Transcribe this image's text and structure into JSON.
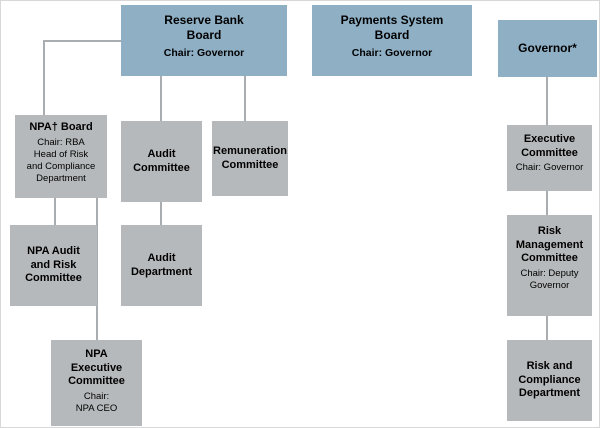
{
  "colors": {
    "board_fill": "#8FAFC5",
    "committee_fill": "#B6B9BB",
    "connector": "#A9ADB0",
    "text": "#000000",
    "background": "#FFFFFF"
  },
  "nodes": [
    {
      "id": "reserve-bank-board",
      "title": "Reserve Bank\nBoard",
      "subtitle": "Chair: Governor"
    },
    {
      "id": "payments-system-board",
      "title": "Payments System\nBoard",
      "subtitle": "Chair: Governor"
    },
    {
      "id": "governor",
      "title": "Governor*"
    },
    {
      "id": "npa-board",
      "title": "NPA† Board",
      "subtitle": "Chair: RBA\nHead of Risk\nand Compliance\nDepartment"
    },
    {
      "id": "audit-committee",
      "title": "Audit\nCommittee"
    },
    {
      "id": "remuneration-committee",
      "title": "Remuneration\nCommittee"
    },
    {
      "id": "executive-committee",
      "title": "Executive\nCommittee",
      "subtitle": "Chair: Governor"
    },
    {
      "id": "npa-audit-and-risk-committee",
      "title": "NPA Audit\nand Risk\nCommittee"
    },
    {
      "id": "audit-department",
      "title": "Audit\nDepartment"
    },
    {
      "id": "risk-management-committee",
      "title": "Risk\nManagement\nCommittee",
      "subtitle": "Chair: Deputy\nGovernor"
    },
    {
      "id": "npa-executive-committee",
      "title": "NPA\nExecutive\nCommittee",
      "subtitle": "Chair:\nNPA CEO"
    },
    {
      "id": "risk-and-compliance-department",
      "title": "Risk and\nCompliance\nDepartment"
    }
  ]
}
